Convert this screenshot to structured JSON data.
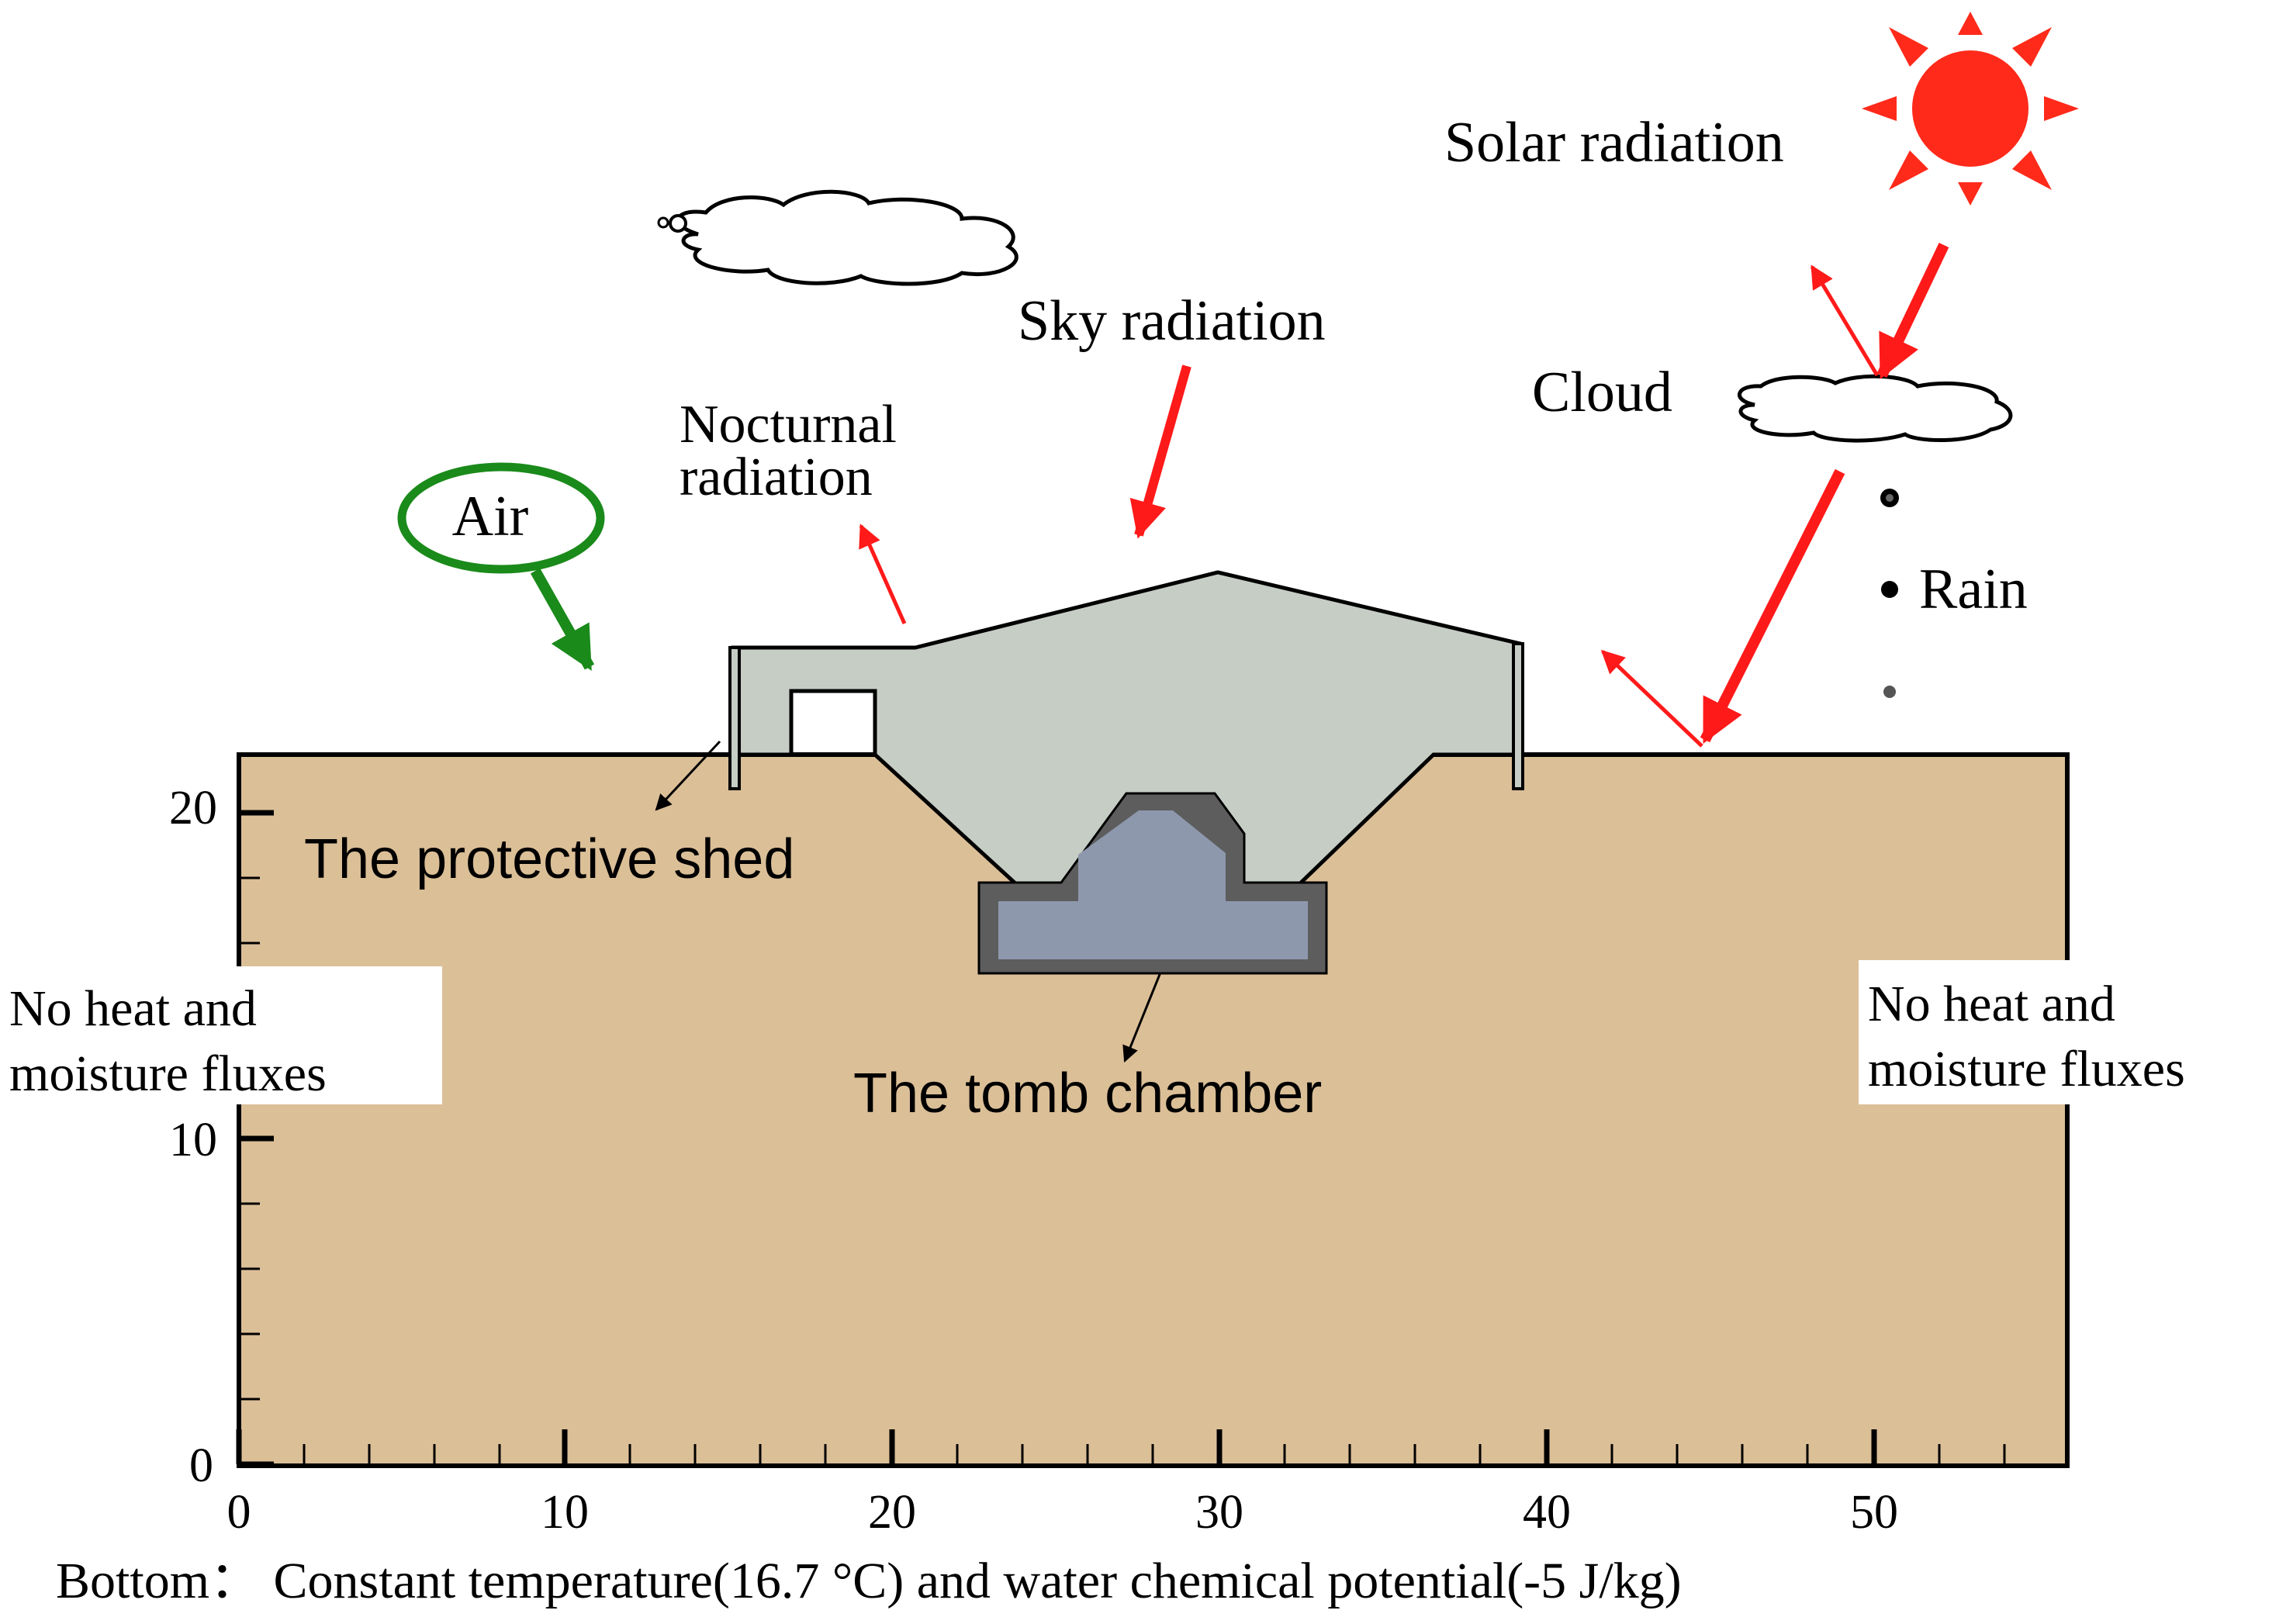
{
  "labels": {
    "solar_radiation": "Solar radiation",
    "sky_radiation": "Sky radiation",
    "cloud": "Cloud",
    "nocturnal_line1": "Nocturnal",
    "nocturnal_line2": "radiation",
    "air": "Air",
    "rain": "Rain",
    "protective_shed": "The protective shed",
    "tomb_chamber": "The tomb chamber",
    "left_boundary_line1": "No heat and",
    "left_boundary_line2": "moisture fluxes",
    "right_boundary_line1": "No heat and",
    "right_boundary_line2": "moisture fluxes",
    "bottom_condition": "Bottom： Constant temperature(16.7 °C) and water chemical potential(-5 J/kg)"
  },
  "axes": {
    "x_ticks": [
      "0",
      "10",
      "20",
      "30",
      "40",
      "50"
    ],
    "y_ticks": [
      "0",
      "10",
      "20"
    ]
  },
  "colors": {
    "soil": "#dbbf97",
    "shed_air": "#c5cdc5",
    "tomb": "#8e98ad",
    "tomb_wall": "#5d5d5d",
    "radiation": "#ff1a1a",
    "air": "#1a8a1a",
    "sun": "#ff2a1a"
  }
}
